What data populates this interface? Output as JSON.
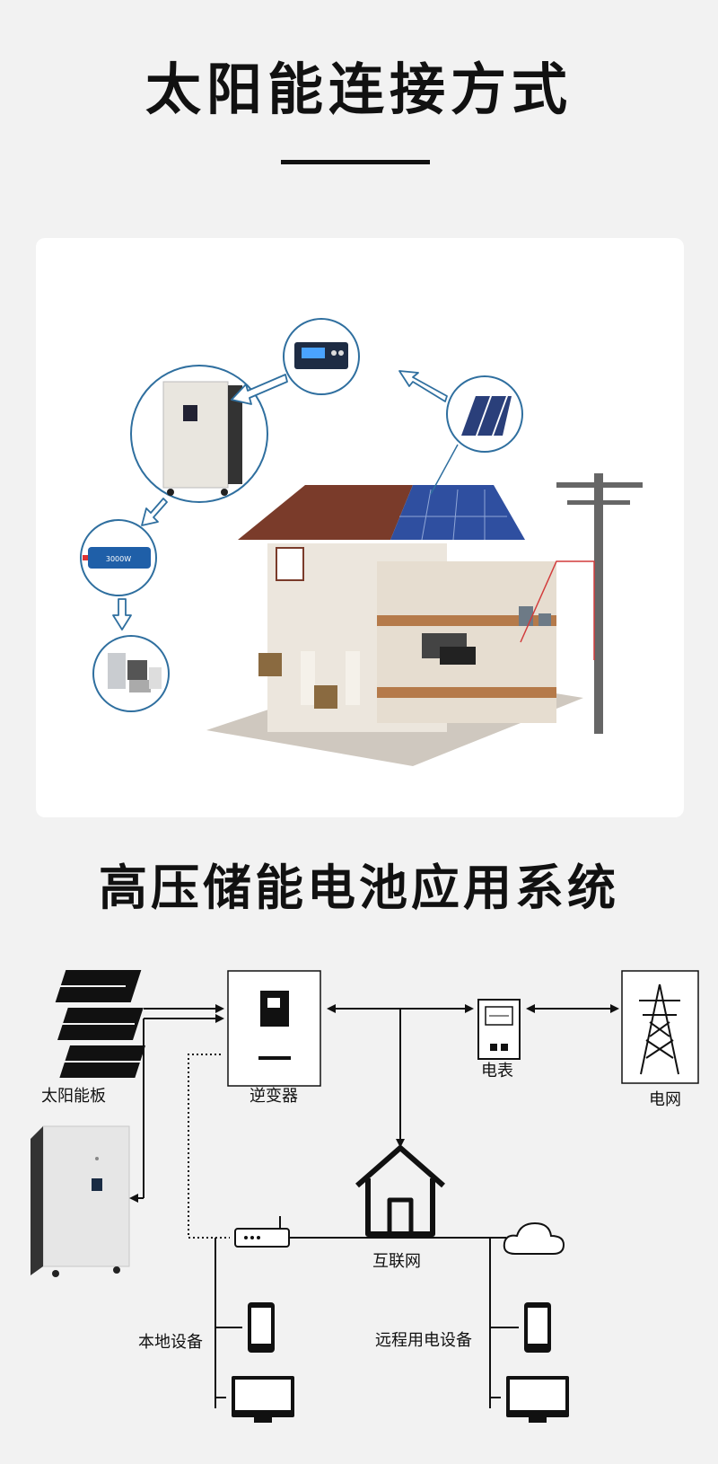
{
  "section1": {
    "title": "太阳能连接方式"
  },
  "illustration": {
    "inverter_rating": "3000W"
  },
  "section2": {
    "title": "高压储能电池应用系统",
    "labels": {
      "solar_panel": "太阳能板",
      "inverter": "逆变器",
      "meter": "电表",
      "grid": "电网",
      "internet": "互联网",
      "local_devices": "本地设备",
      "remote_devices": "远程用电设备"
    }
  },
  "colors": {
    "background": "#f2f2f2",
    "accent_blue": "#1f5fa8",
    "roof": "#7a3b2a",
    "diagram_line": "#111111"
  }
}
